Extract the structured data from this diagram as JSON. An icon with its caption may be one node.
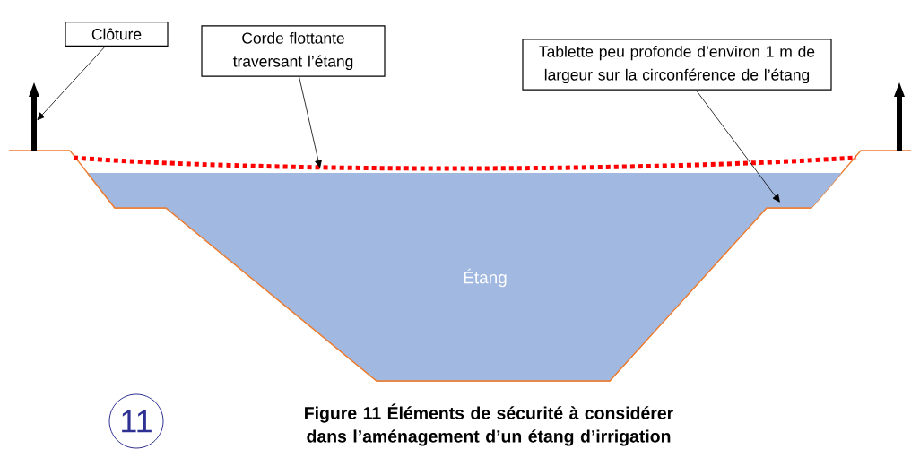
{
  "diagram": {
    "caption": "Figure 11 Éléments de sécurité à considérer dans l’aménagement d’un étang d’irrigation",
    "nodes": [
      {
        "text": [
          "Clôture"
        ]
      },
      {
        "text": [
          "Corde flottante traversant l’étang"
        ]
      },
      {
        "text": [
          "Tablette peu profonde d’environ 1 m de largeur sur la circonférence de l’étang"
        ]
      },
      {
        "text": [
          "Étang"
        ]
      },
      {
        "text": [],
        "shape": "bar"
      },
      {
        "text": [],
        "shape": "bar"
      },
      {
        "text": [
          "11"
        ]
      },
      {
        "text": [],
        "shape": "rope"
      }
    ],
    "edges": [
      {
        "from": 0,
        "to": 4,
        "arrow": "to"
      },
      {
        "from": 1,
        "to": 7,
        "arrow": "to"
      },
      {
        "from": 2,
        "to": 3,
        "arrow": "to"
      }
    ]
  }
}
